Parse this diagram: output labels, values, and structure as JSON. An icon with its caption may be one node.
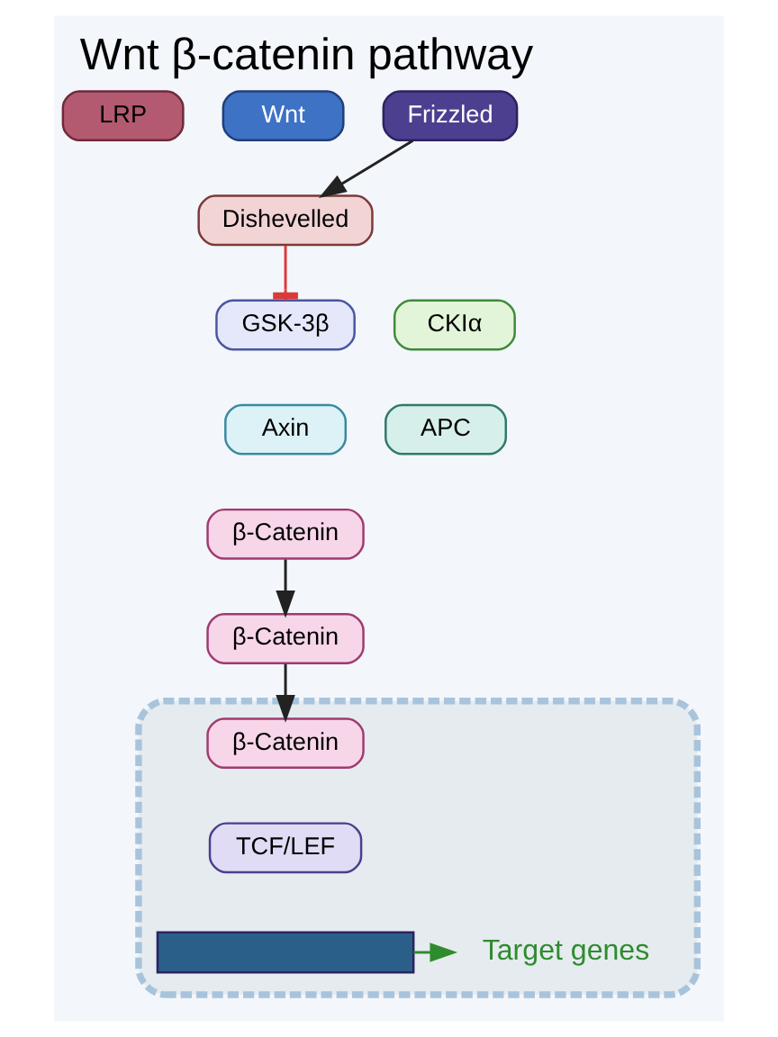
{
  "diagram": {
    "title": "Wnt β-catenin pathway",
    "nodes": [
      {
        "text": [
          "Wnt"
        ]
      },
      {
        "text": [
          "LRP"
        ]
      },
      {
        "text": [
          "Frizzled"
        ]
      },
      {
        "text": [
          "Dishevelled"
        ]
      },
      {
        "text": [
          "GSK-3β"
        ]
      },
      {
        "text": [
          "CKIα"
        ]
      },
      {
        "text": [
          "Axin"
        ]
      },
      {
        "text": [
          "APC"
        ]
      },
      {
        "text": [
          "β-Catenin"
        ]
      },
      {
        "text": [
          "β-Catenin"
        ]
      },
      {
        "text": [],
        "shape": "box"
      },
      {
        "text": [
          "β-Catenin"
        ],
        "in": 10
      },
      {
        "text": [
          "TCF/LEF"
        ],
        "in": 10
      },
      {
        "text": [],
        "shape": "bar",
        "in": 10
      },
      {
        "text": [
          "Target genes"
        ],
        "in": 10
      }
    ],
    "edges": [
      {
        "from": 2,
        "to": 3,
        "arrow": "to"
      },
      {
        "from": 3,
        "to": 4,
        "arrow": "other",
        "color": "#d93a3a"
      },
      {
        "from": 8,
        "to": 9,
        "arrow": "to"
      },
      {
        "from": 9,
        "to": 11,
        "arrow": "to"
      },
      {
        "from": 13,
        "to": 14,
        "arrow": "to",
        "color": "#2e8b2e"
      }
    ]
  }
}
